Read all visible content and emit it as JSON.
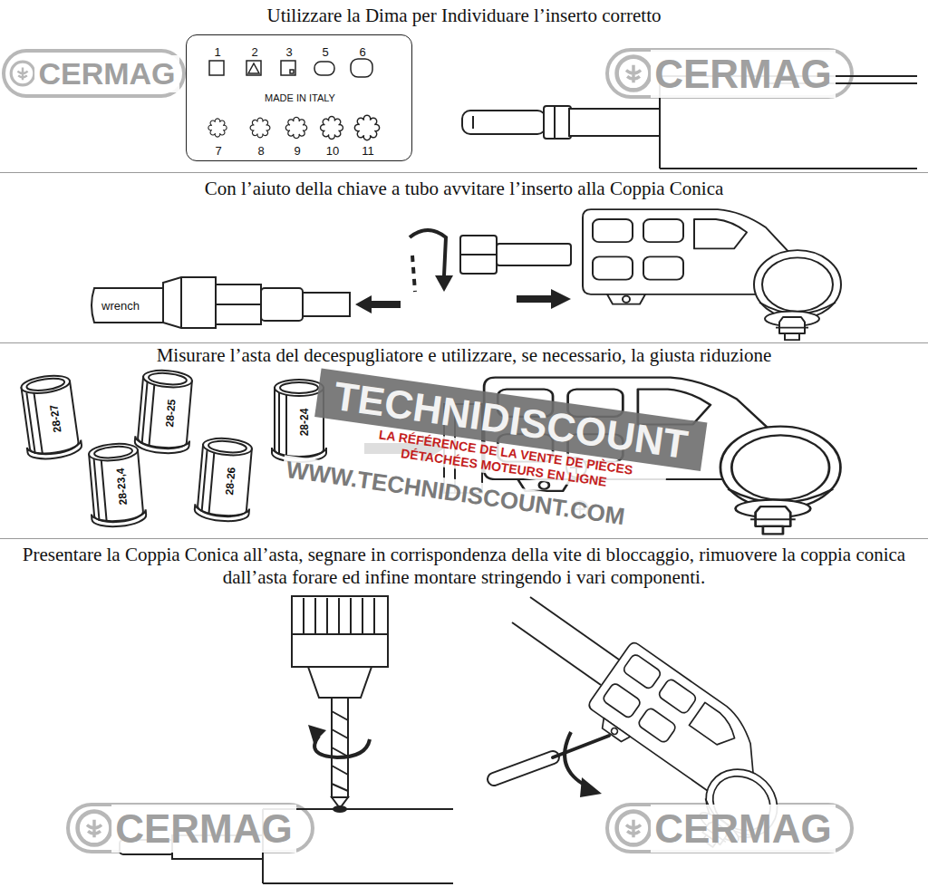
{
  "diagram": {
    "nodes": [
      {
        "text": [
          "1",
          "2",
          "3",
          "5",
          "6",
          "MADE IN ITALY",
          "7",
          "8",
          "9",
          "10",
          "11"
        ]
      }
    ],
    "labels": [
      "Utilizzare la Dima per Individuare l’inserto corretto",
      "Con l’aiuto della chiave a tubo avvitare l’inserto alla Coppia Conica",
      "wrench",
      "Misurare l’asta del decespugliatore e utilizzare, se necessario, la giusta riduzione",
      "28-27",
      "28-25",
      "28-23,4",
      "28-26",
      "28-24",
      "Presentare la Coppia Conica all’asta, segnare in corrispondenza della vite di bloccaggio, rimuovere la coppia conica dall’asta forare ed infine montare stringendo i vari componenti.",
      "CERMAG",
      "CERMAG",
      "CERMAG",
      "CERMAG",
      "TECHNIDISCOUNT",
      "LA RÉFÉRENCE DE LA VENTE DE PIÈCES DÉTACHÉES MOTEURS EN LIGNE",
      "WWW.TECHNIDISCOUNT.COM"
    ]
  }
}
